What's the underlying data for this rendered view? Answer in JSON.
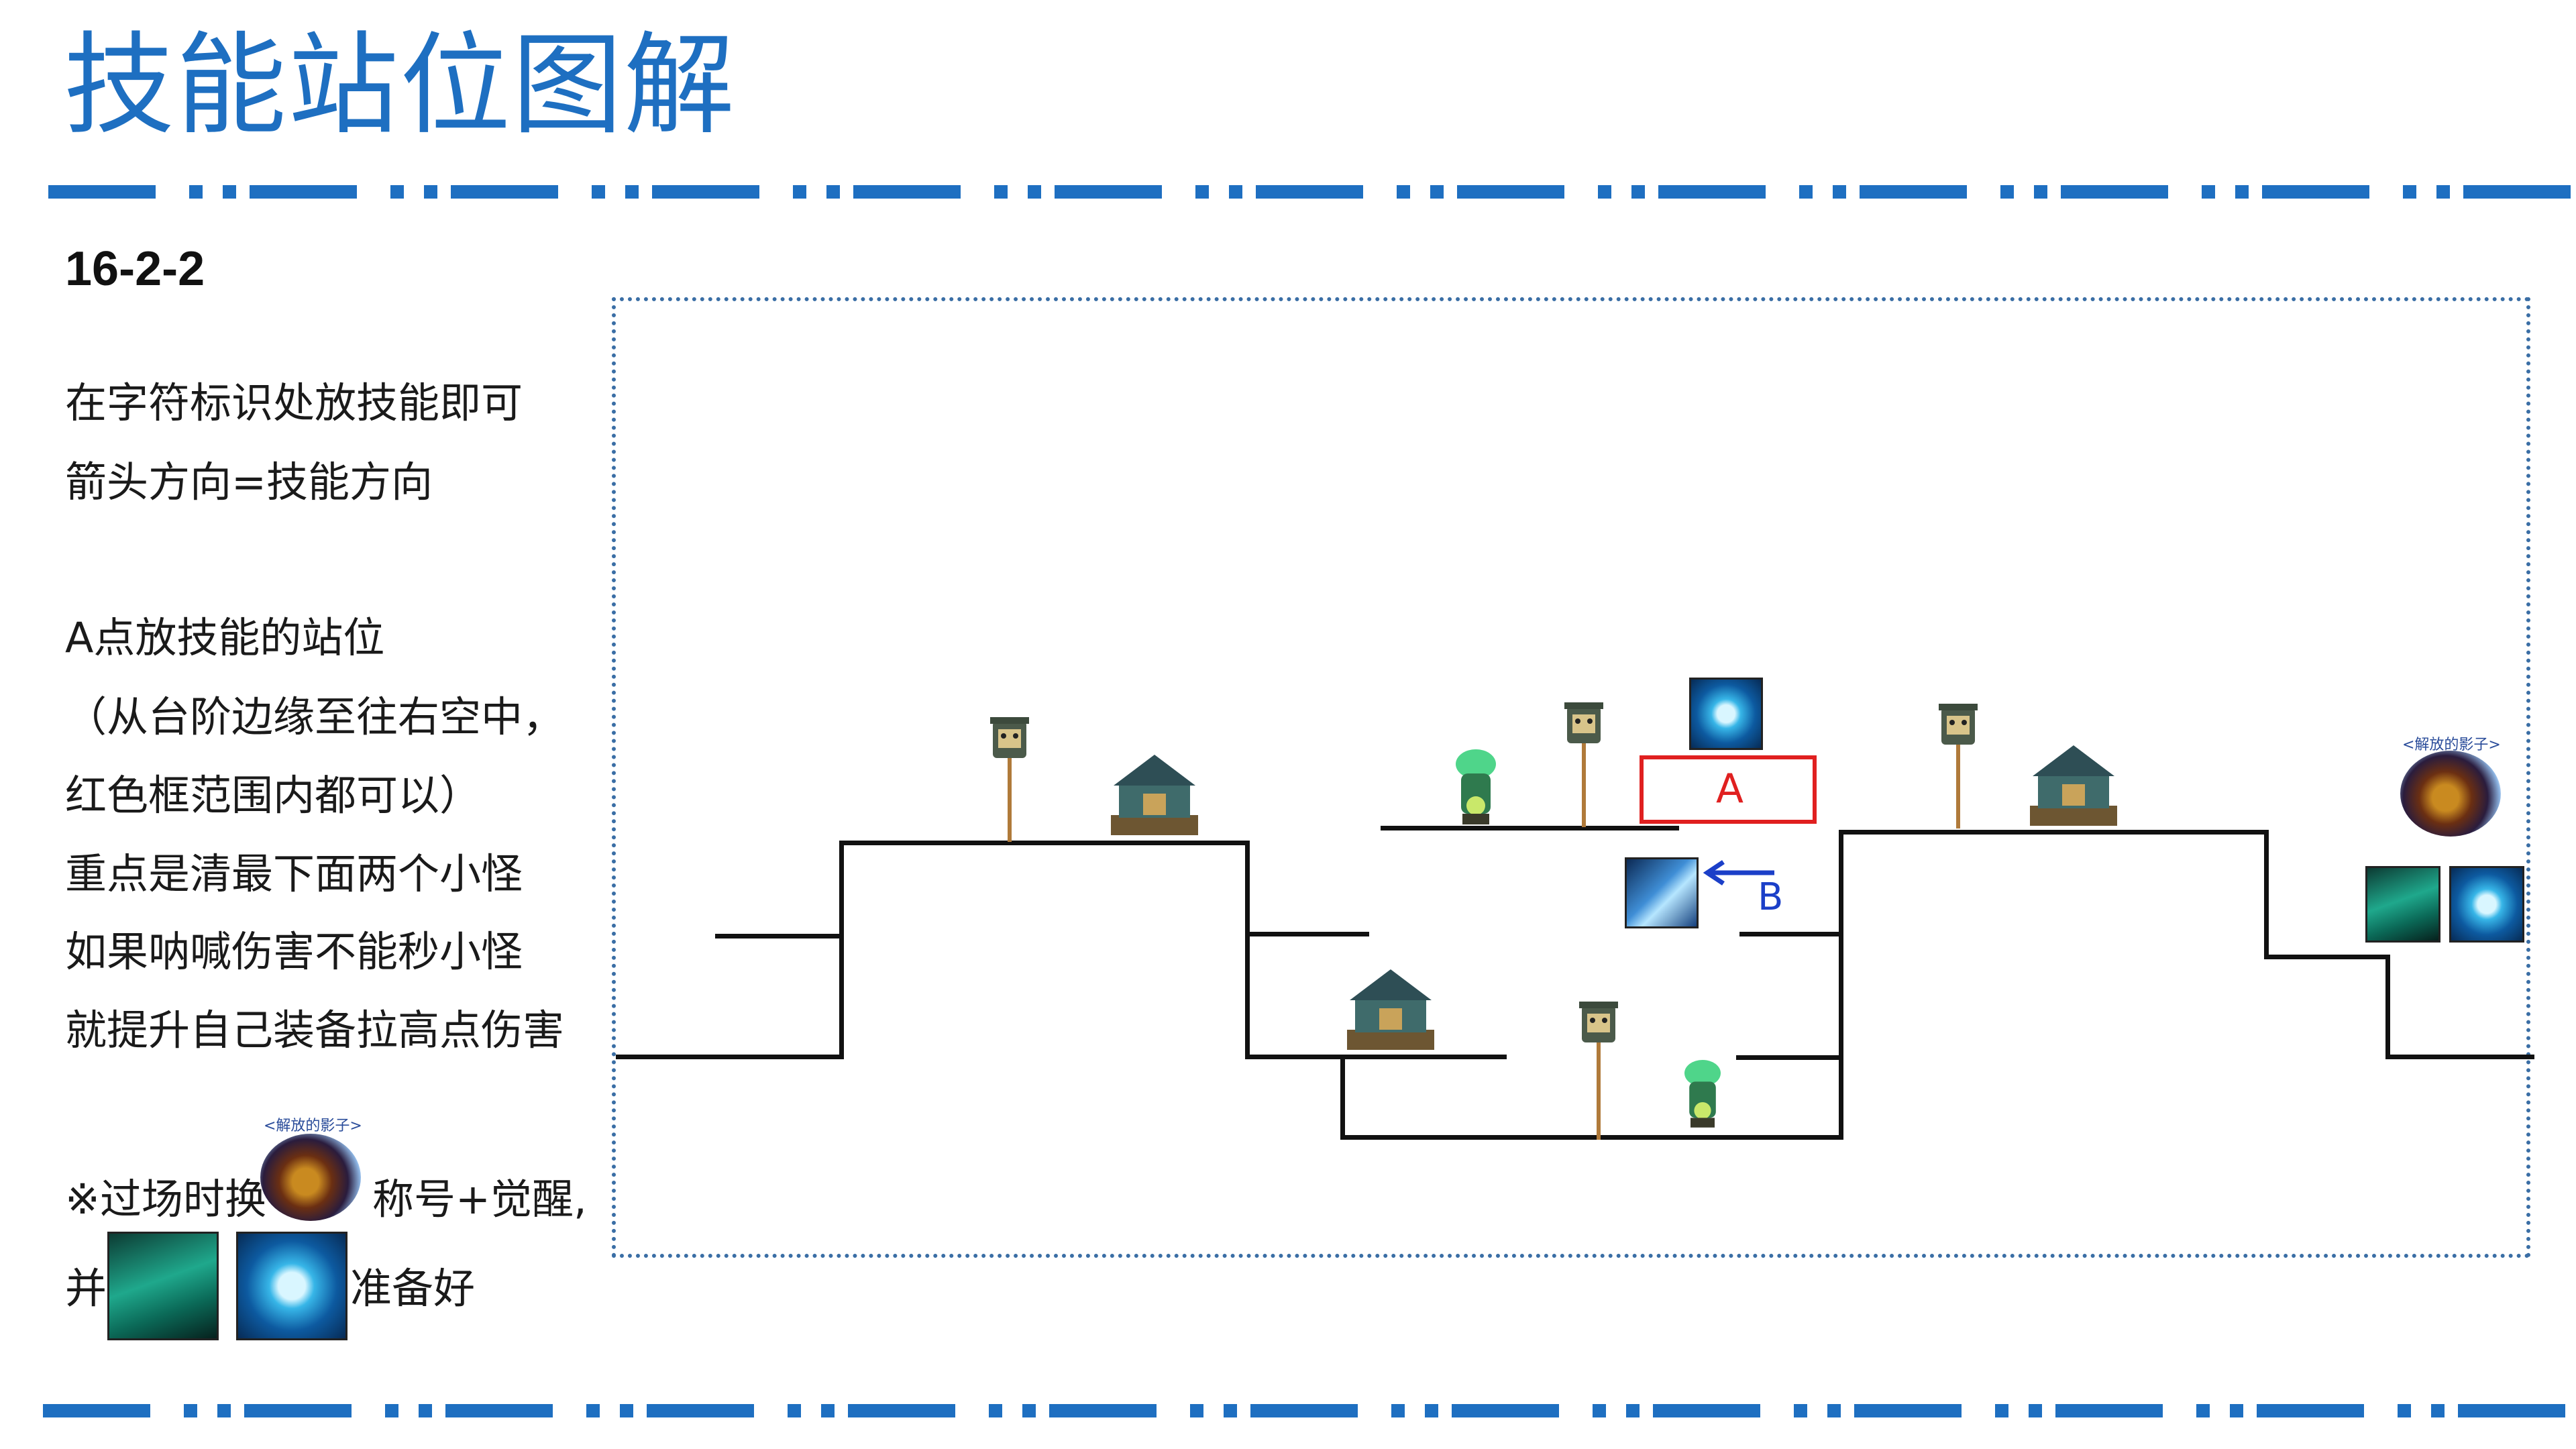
{
  "header": {
    "title": "技能站位图解",
    "accent_color": "#1e6fc1"
  },
  "stage": {
    "id": "16-2-2"
  },
  "notes": {
    "line1": "在字符标识处放技能即可",
    "line2": "箭头方向=技能方向",
    "line3": "A点放技能的站位",
    "line4": "（从台阶边缘至往右空中，",
    "line5": "红色框范围内都可以）",
    "line6": "重点是清最下面两个小怪",
    "line7": "如果呐喊伤害不能秒小怪",
    "line8": "就提升自己装备拉高点伤害",
    "tip_prefix": "※过场时换",
    "tip_mid": "称号+觉醒,",
    "tip_and": "并",
    "tip_suffix": "准备好"
  },
  "map": {
    "point_a": "A",
    "point_b": "B",
    "title_badge_label": "<解放的影子>",
    "colors": {
      "platform": "#111111",
      "box_a": "#e02020",
      "arrow_b": "#1b3fc8",
      "border": "#3a6ea5"
    }
  },
  "icons": {
    "totem": "totem-pole-icon",
    "shrine": "shrine-icon",
    "lantern": "green-lantern-icon",
    "swirl_skill": "swirl-skill-icon",
    "storm_skill": "storm-skill-icon",
    "figure_skill": "figure-skill-icon",
    "title_portrait": "title-portrait-icon"
  }
}
